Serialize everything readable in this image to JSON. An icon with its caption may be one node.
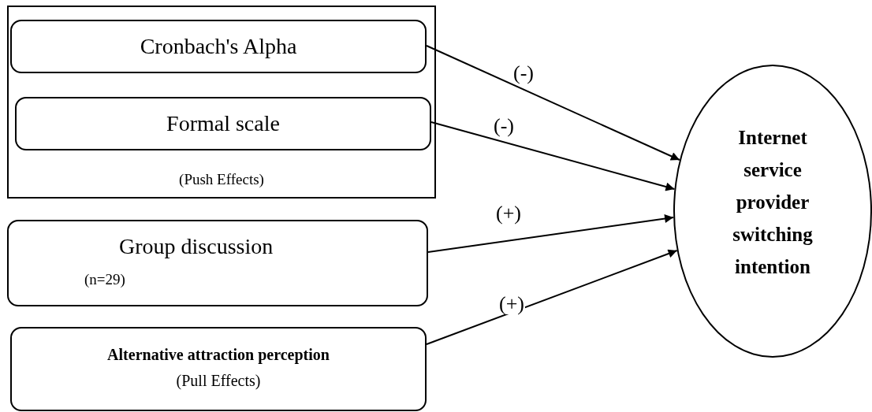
{
  "diagram": {
    "nodes": [
      {
        "text": [
          "(Push Effects)"
        ]
      },
      {
        "text": [
          "Cronbach's Alpha"
        ],
        "in": 0
      },
      {
        "text": [
          "Formal scale"
        ],
        "in": 0
      },
      {
        "text": [
          "Group discussion",
          "(n=29)"
        ]
      },
      {
        "text": [
          "Alternative attraction perception",
          "(Pull Effects)"
        ]
      },
      {
        "text": [
          "Internet service provider switching intention"
        ]
      }
    ],
    "edges": [
      {
        "from": 1,
        "to": 5,
        "arrow": "to",
        "label": "(-)"
      },
      {
        "from": 2,
        "to": 5,
        "arrow": "to",
        "label": "(-)"
      },
      {
        "from": 3,
        "to": 5,
        "arrow": "to",
        "label": "(+)"
      },
      {
        "from": 4,
        "to": 5,
        "arrow": "to",
        "label": "(+)"
      }
    ]
  }
}
